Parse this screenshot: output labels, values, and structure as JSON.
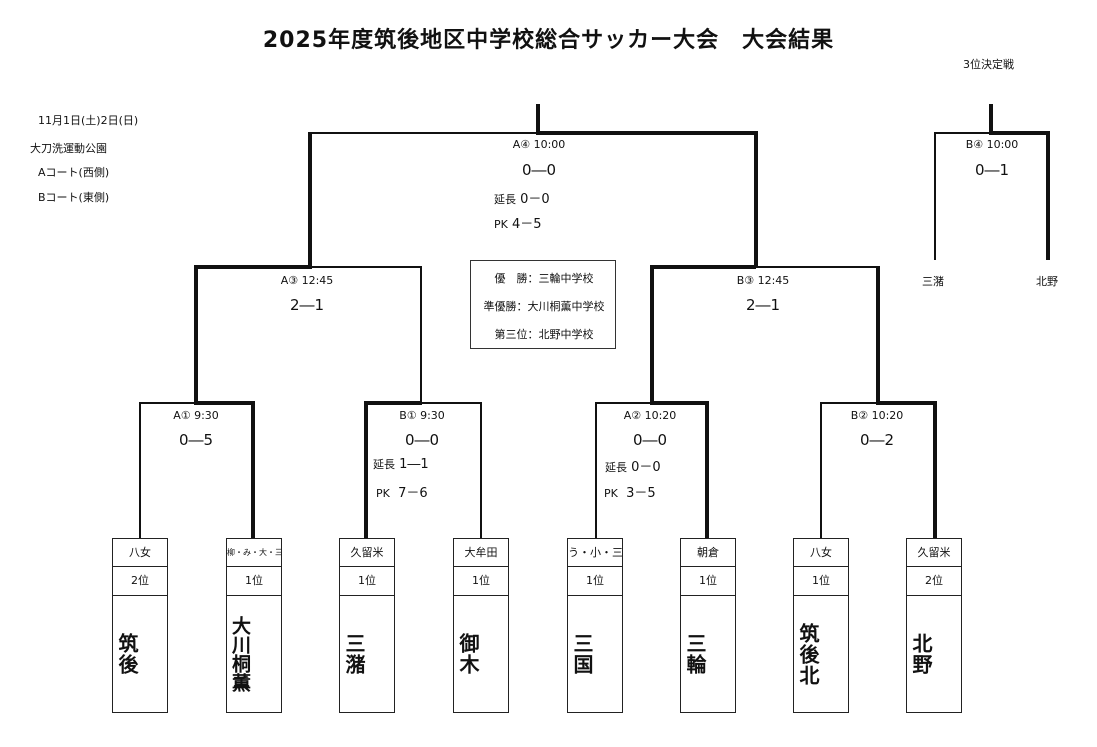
{
  "title": "2025年度筑後地区中学校総合サッカー大会　大会結果",
  "info": {
    "date": "11月1日(土)2日(日)",
    "venue": "大刀洗運動公園",
    "court_a": "Aコート(西側)",
    "court_b": "Bコート(東側)"
  },
  "third_place": {
    "header": "3位決定戦",
    "match_label": "B④ 10:00",
    "score": "0―1",
    "left_team": "三潴",
    "right_team": "北野"
  },
  "final": {
    "label": "A④ 10:00",
    "score": "0―0",
    "extra_label": "延長",
    "extra_score": "0－0",
    "pk_label": "PK",
    "pk_score": "4－5"
  },
  "semis": [
    {
      "label": "A③ 12:45",
      "score": "2―1"
    },
    {
      "label": "B③ 12:45",
      "score": "2―1"
    }
  ],
  "quarters": [
    {
      "label": "A① 9:30",
      "score": "0―5"
    },
    {
      "label": "B① 9:30",
      "score": "0―0",
      "extra_label": "延長",
      "extra_score": "1―1",
      "pk_label": "PK",
      "pk_score": "7－6"
    },
    {
      "label": "A② 10:20",
      "score": "0―0",
      "extra_label": "延長",
      "extra_score": "0－0",
      "pk_label": "PK",
      "pk_score": "3－5"
    },
    {
      "label": "B② 10:20",
      "score": "0―2"
    }
  ],
  "results_box": {
    "champion": "優　勝：三輪中学校",
    "runner_up": "準優勝：大川桐薫中学校",
    "third": "第三位：北野中学校"
  },
  "teams": [
    {
      "region": "八女",
      "rank": "2位",
      "name": "筑後"
    },
    {
      "region": "柳・み・大・三",
      "rank": "1位",
      "name": "大川桐薫"
    },
    {
      "region": "久留米",
      "rank": "1位",
      "name": "三潴"
    },
    {
      "region": "大牟田",
      "rank": "1位",
      "name": "御木"
    },
    {
      "region": "う・小・三",
      "rank": "1位",
      "name": "三国"
    },
    {
      "region": "朝倉",
      "rank": "1位",
      "name": "三輪"
    },
    {
      "region": "八女",
      "rank": "1位",
      "name": "筑後北"
    },
    {
      "region": "久留米",
      "rank": "2位",
      "name": "北野"
    }
  ]
}
